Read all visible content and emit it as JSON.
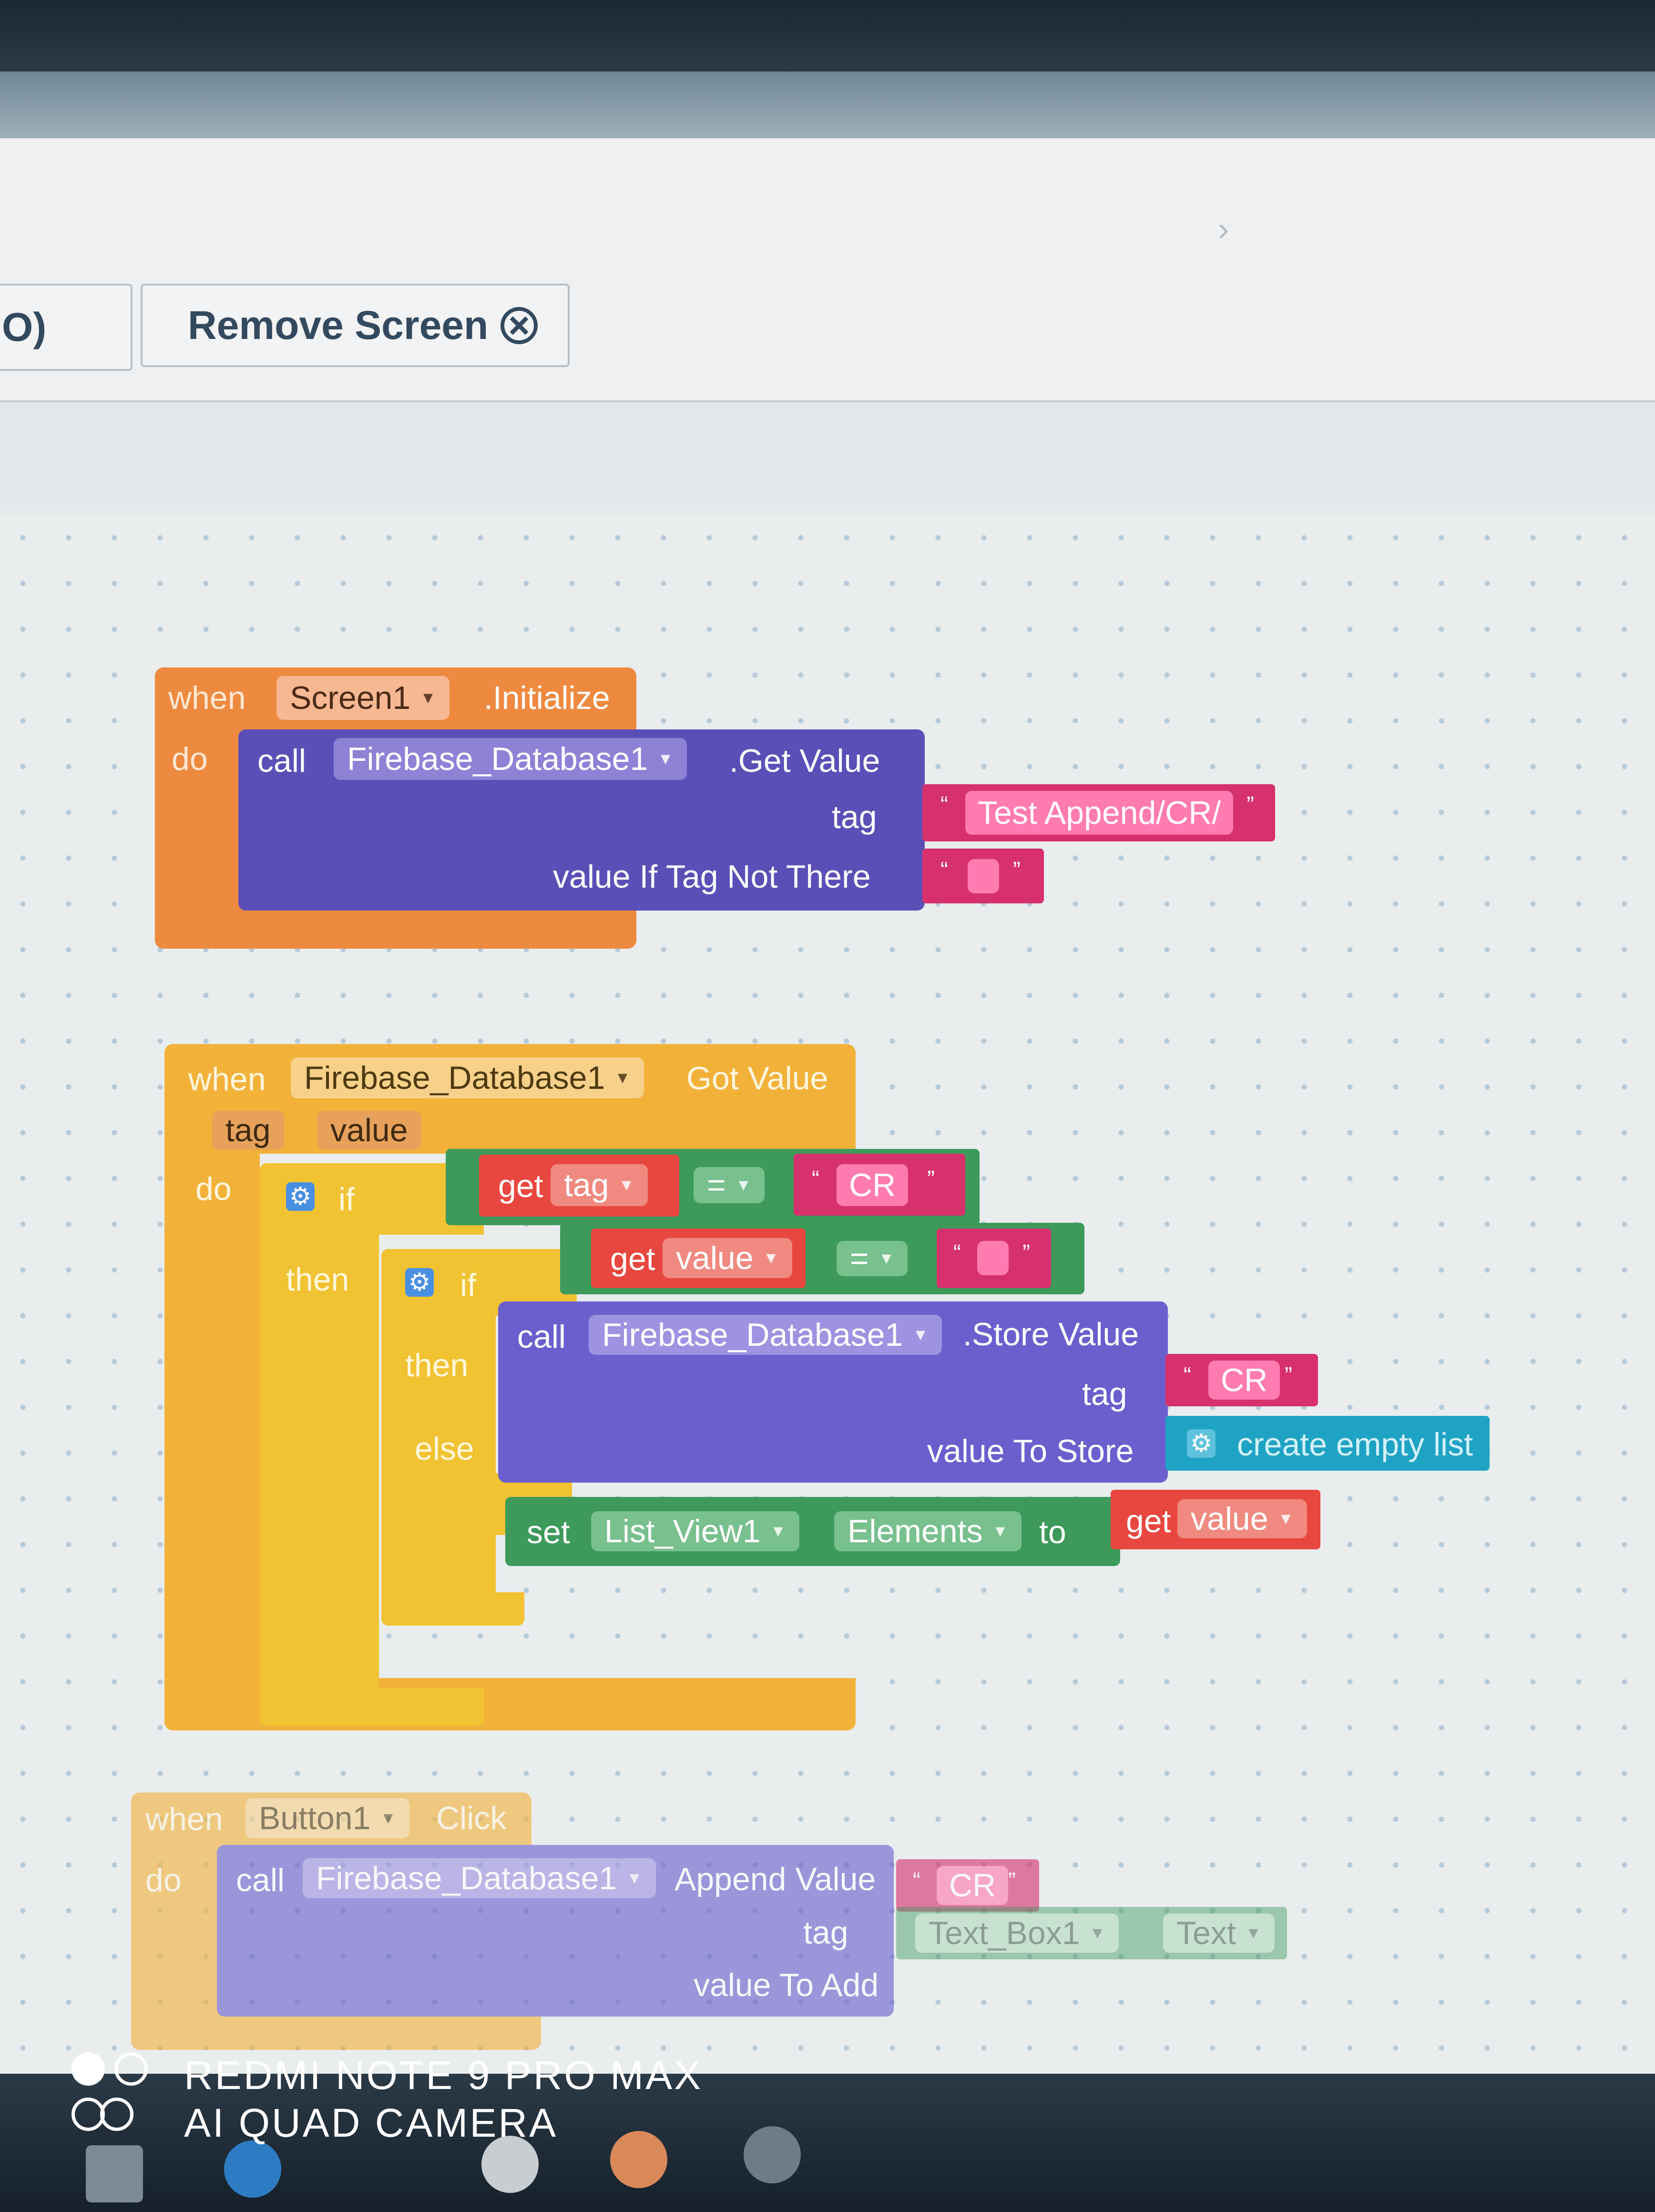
{
  "toolbar": {
    "prev_button_label": "O)",
    "remove_screen_label": "Remove Screen"
  },
  "blocks": {
    "screen_init": {
      "when": "when",
      "component": "Screen1",
      "event": ".Initialize",
      "do": "do",
      "call": "call",
      "db_component": "Firebase_Database1",
      "method": ".Get Value",
      "tag_label": "tag",
      "tag_value": "Test Append/CR/",
      "not_there_label": "value If Tag Not There",
      "not_there_value": ""
    },
    "got_value": {
      "when": "when",
      "component": "Firebase_Database1",
      "event": "Got Value",
      "param_tag": "tag",
      "param_value": "value",
      "do": "do",
      "if1": "if",
      "get1": "get",
      "get1_var": "tag",
      "eq1": "=",
      "str1": "CR",
      "then1": "then",
      "if2": "if",
      "get2": "get",
      "get2_var": "value",
      "eq2": "=",
      "str2": "",
      "then2": "then",
      "call": "call",
      "db_component": "Firebase_Database1",
      "method": ".Store Value",
      "store_tag_label": "tag",
      "store_tag_value": "CR",
      "store_value_label": "value To Store",
      "create_list": "create empty list",
      "else": "else",
      "set": "set",
      "set_component": "List_View1",
      "set_property": "Elements",
      "to": "to",
      "get3": "get",
      "get3_var": "value"
    },
    "button_click": {
      "when": "when",
      "component": "Button1",
      "event": "Click",
      "do": "do",
      "call": "call",
      "db_component": "Firebase_Database1",
      "method": "Append Value",
      "tag_label": "tag",
      "tag_value": "CR",
      "value_label": "value To Add",
      "textbox": "Text_Box1",
      "textbox_prop": "Text"
    }
  },
  "watermark": {
    "line1": "REDMI NOTE 9 PRO MAX",
    "line2": "AI QUAD CAMERA"
  },
  "colors": {
    "event_orange": "#ee8a3f",
    "event_yellow": "#f2b23a",
    "control_yellow": "#f1c232",
    "component_purple": "#5b4fb7",
    "text_pink": "#d6316c",
    "logic_green": "#3d9a5b",
    "variable_red": "#e8473f",
    "list_cyan": "#1fa3c4"
  },
  "icons": [
    "dropdown-arrow-icon",
    "gear-mutator-icon",
    "close-circle-icon",
    "chevron-icon",
    "camera-logo-icon"
  ]
}
